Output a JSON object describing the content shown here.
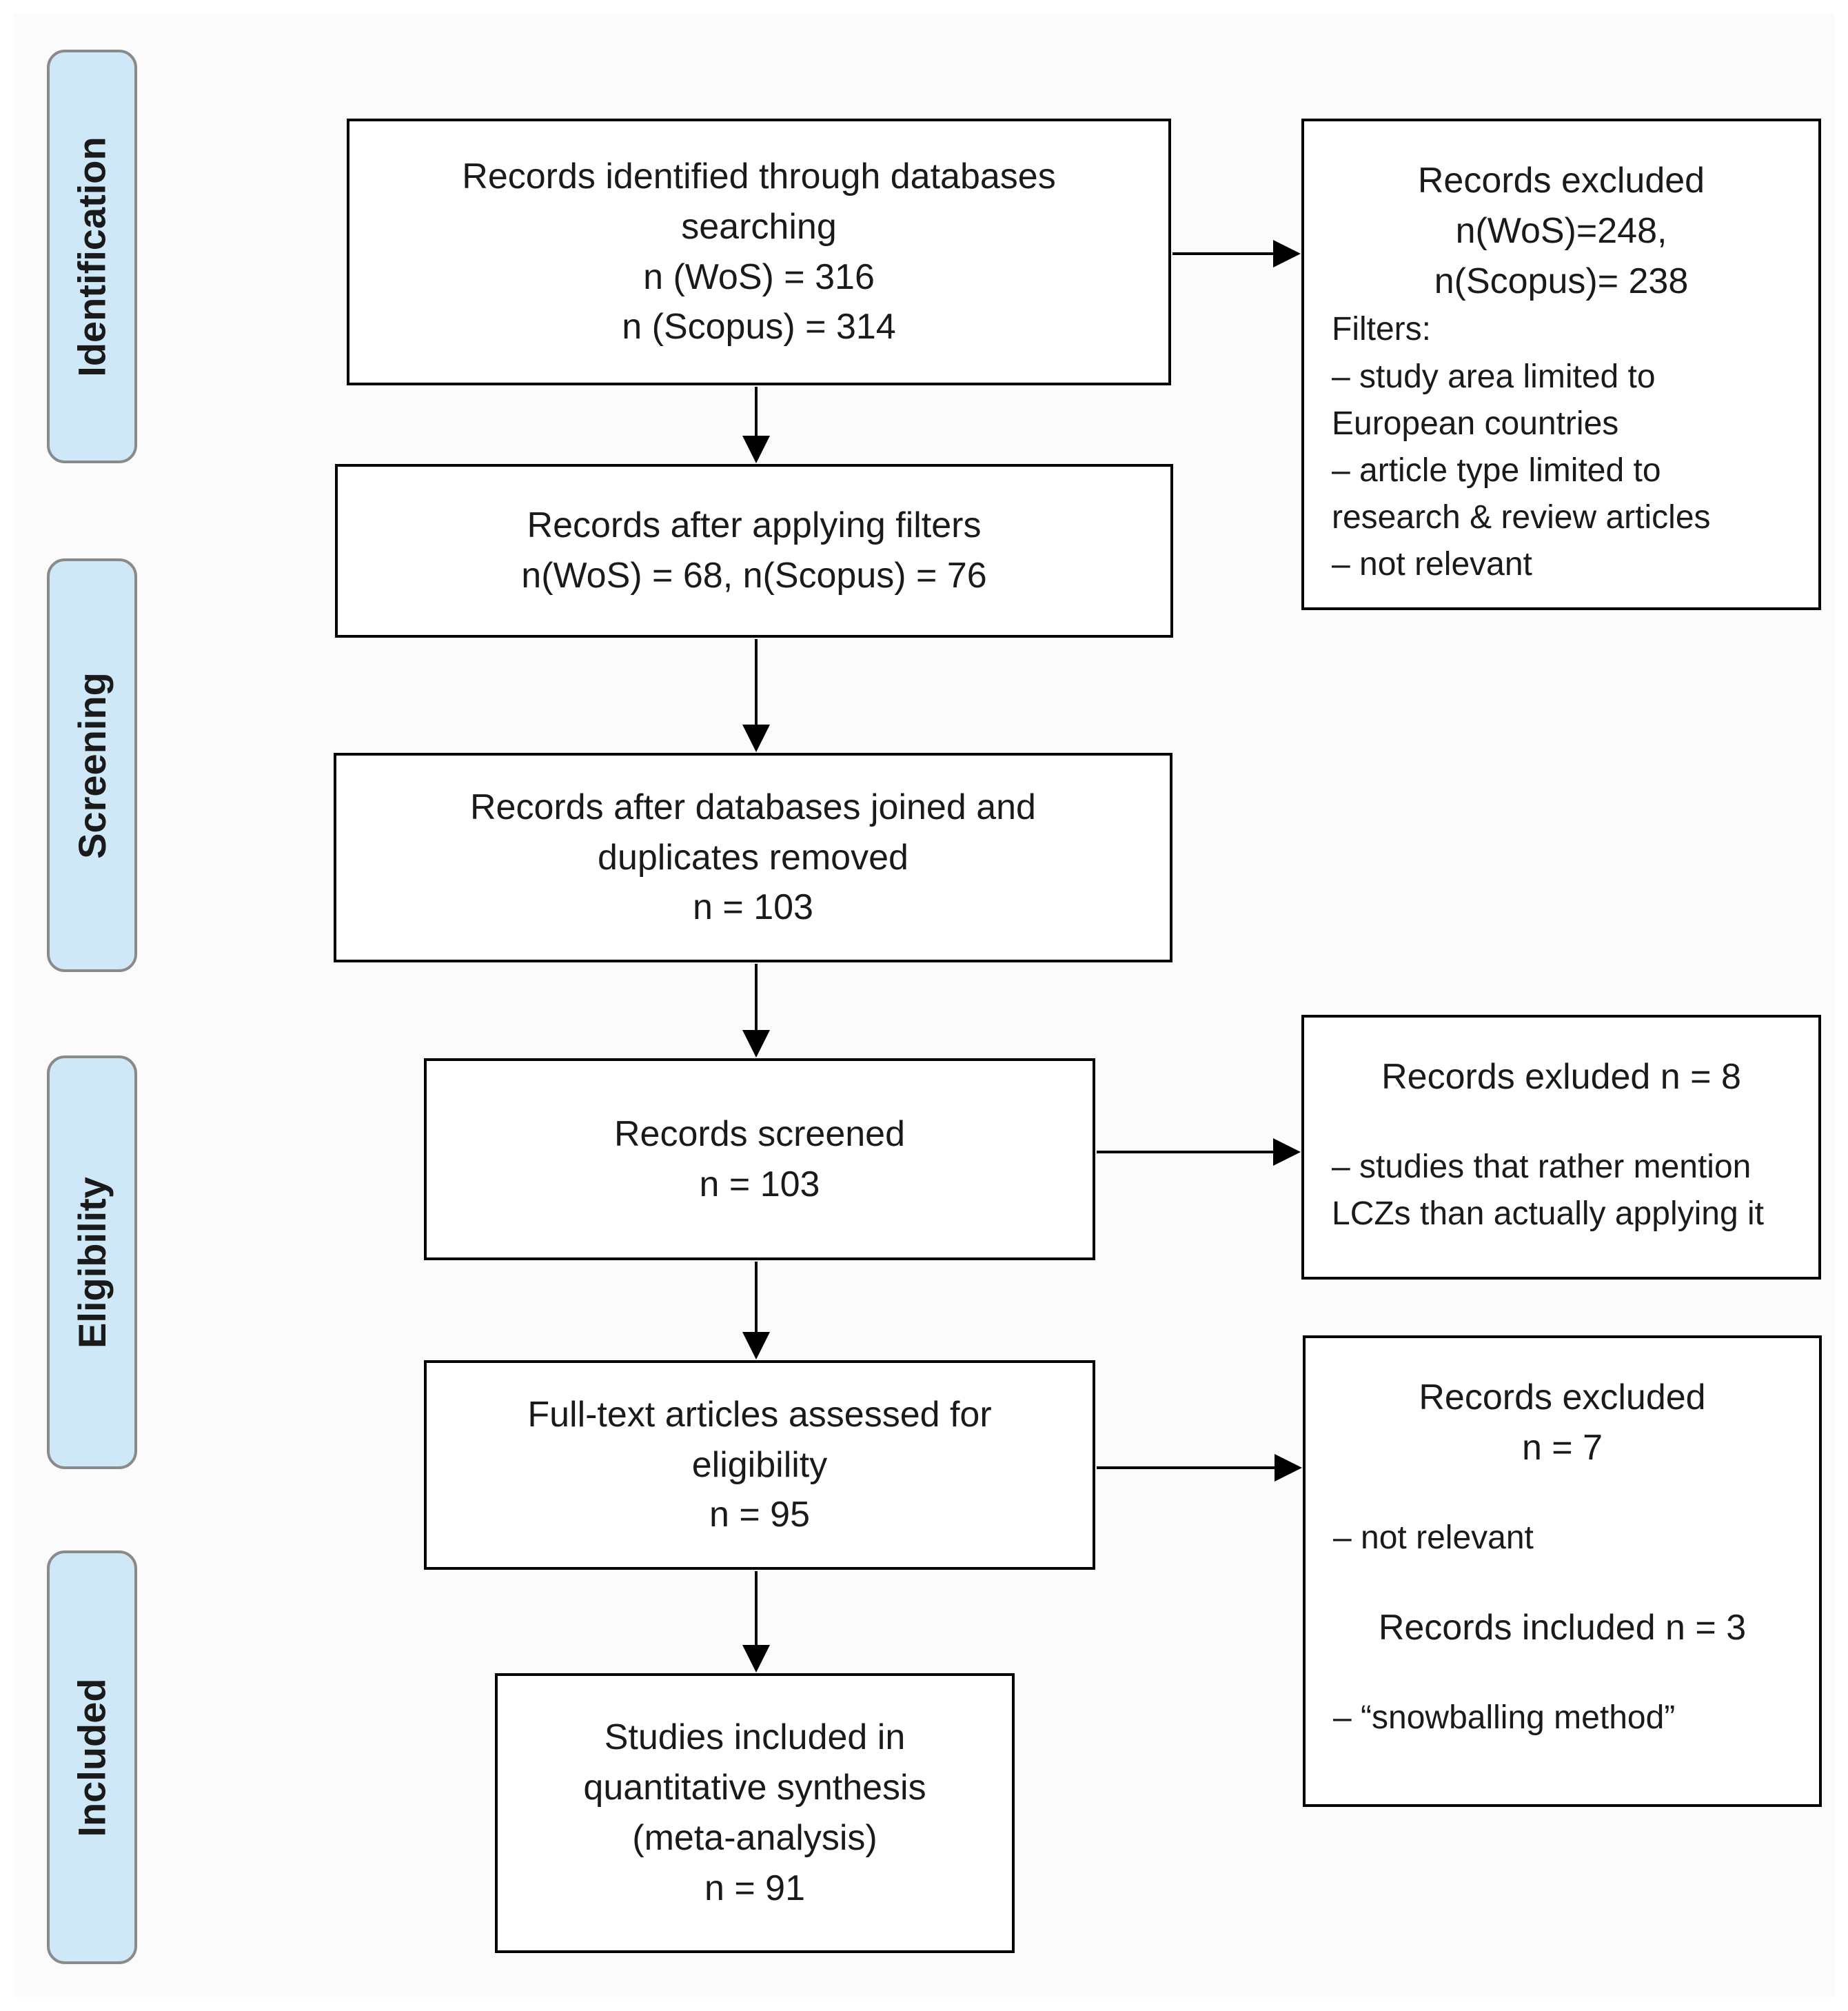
{
  "stages": [
    {
      "id": "identification",
      "label": "Identification"
    },
    {
      "id": "screening",
      "label": "Screening"
    },
    {
      "id": "eligibility",
      "label": "Eligibility"
    },
    {
      "id": "included",
      "label": "Included"
    }
  ],
  "main_boxes": [
    {
      "id": "identified",
      "lines": [
        "Records identified through databases",
        "searching",
        "n (WoS) =  316",
        "n (Scopus) = 314"
      ]
    },
    {
      "id": "after-filters",
      "lines": [
        "Records after applying filters",
        "n(WoS) =  68, n(Scopus) = 76"
      ]
    },
    {
      "id": "joined",
      "lines": [
        "Records after databases joined and",
        "duplicates removed",
        "n = 103"
      ]
    },
    {
      "id": "screened",
      "lines": [
        "Records screened",
        "n = 103"
      ]
    },
    {
      "id": "full-text",
      "lines": [
        "Full-text articles assessed for",
        "eligibility",
        "n = 95"
      ]
    },
    {
      "id": "included",
      "lines": [
        "Studies included in",
        "quantitative synthesis",
        "(meta-analysis)",
        "n =  91"
      ]
    }
  ],
  "side_boxes": [
    {
      "id": "excluded-filters",
      "centered": [
        "Records excluded",
        "n(WoS)=248,",
        "n(Scopus)= 238"
      ],
      "left": [
        "Filters:",
        "– study area limited to",
        "European countries",
        "– article type limited to",
        "research & review articles",
        "– not relevant"
      ]
    },
    {
      "id": "excluded-screening",
      "centered": [
        "Records exluded n = 8"
      ],
      "left": [
        "– studies that rather mention",
        "LCZs than actually applying it"
      ]
    },
    {
      "id": "excluded-eligibility",
      "centered": [
        "Records excluded",
        "n = 7"
      ],
      "left": [
        "– not relevant"
      ],
      "centered2": [
        "Records included n = 3"
      ],
      "left2": [
        "– “snowballing method”"
      ]
    }
  ]
}
